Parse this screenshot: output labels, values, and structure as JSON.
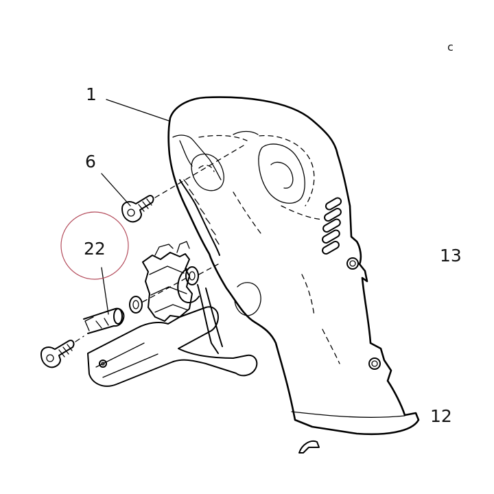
{
  "callouts": {
    "c1": "1",
    "c6": "6",
    "c22": "22",
    "c12": "12",
    "c13": "13",
    "corner_mark": "c"
  },
  "colors": {
    "ink": "#000000",
    "highlight_circle": "#b34a5a",
    "background": "#ffffff"
  }
}
